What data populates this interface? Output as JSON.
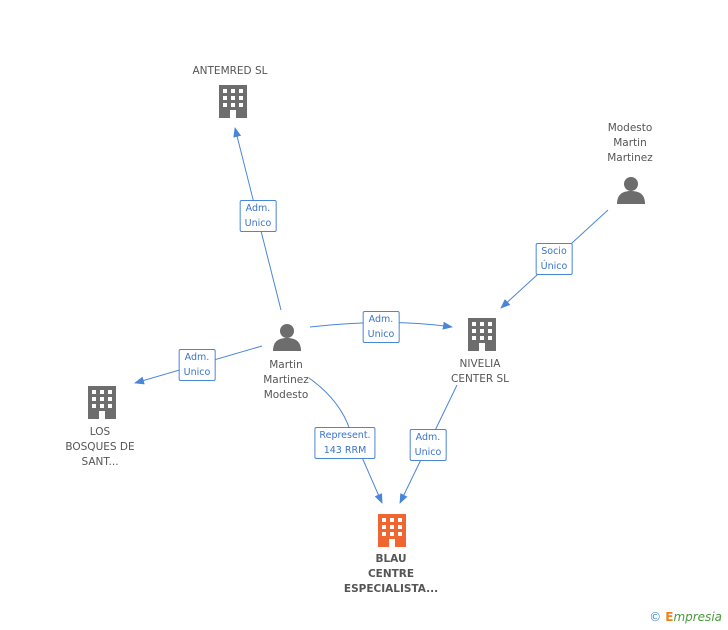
{
  "colors": {
    "edge": "#4a86d8",
    "building": "#6d6d6d",
    "building_main": "#f06530",
    "person": "#6d6d6d"
  },
  "nodes": {
    "antemred": {
      "label": "ANTEMRED SL",
      "icon": "building-icon"
    },
    "modesto_martin": {
      "label": "Modesto\nMartin\nMartinez",
      "icon": "person-icon"
    },
    "martin_modesto": {
      "label": "Martin\nMartinez\nModesto",
      "icon": "person-icon"
    },
    "nivelia": {
      "label": "NIVELIA\nCENTER SL",
      "icon": "building-icon"
    },
    "los_bosques": {
      "label": "LOS\nBOSQUES DE\nSANT...",
      "icon": "building-icon"
    },
    "blau": {
      "label": "BLAU\nCENTRE\nESPECIALISTA...",
      "icon": "building-icon"
    }
  },
  "edges": {
    "to_antemred": "Adm.\nUnico",
    "socio_unico": "Socio\nÚnico",
    "to_nivelia": "Adm.\nUnico",
    "to_los_bosques": "Adm.\nUnico",
    "represent": "Represent.\n143 RRM",
    "nivelia_to_blau": "Adm.\nUnico"
  },
  "footer": {
    "copyright": "©",
    "brand_first": "E",
    "brand_rest": "mpresia"
  }
}
